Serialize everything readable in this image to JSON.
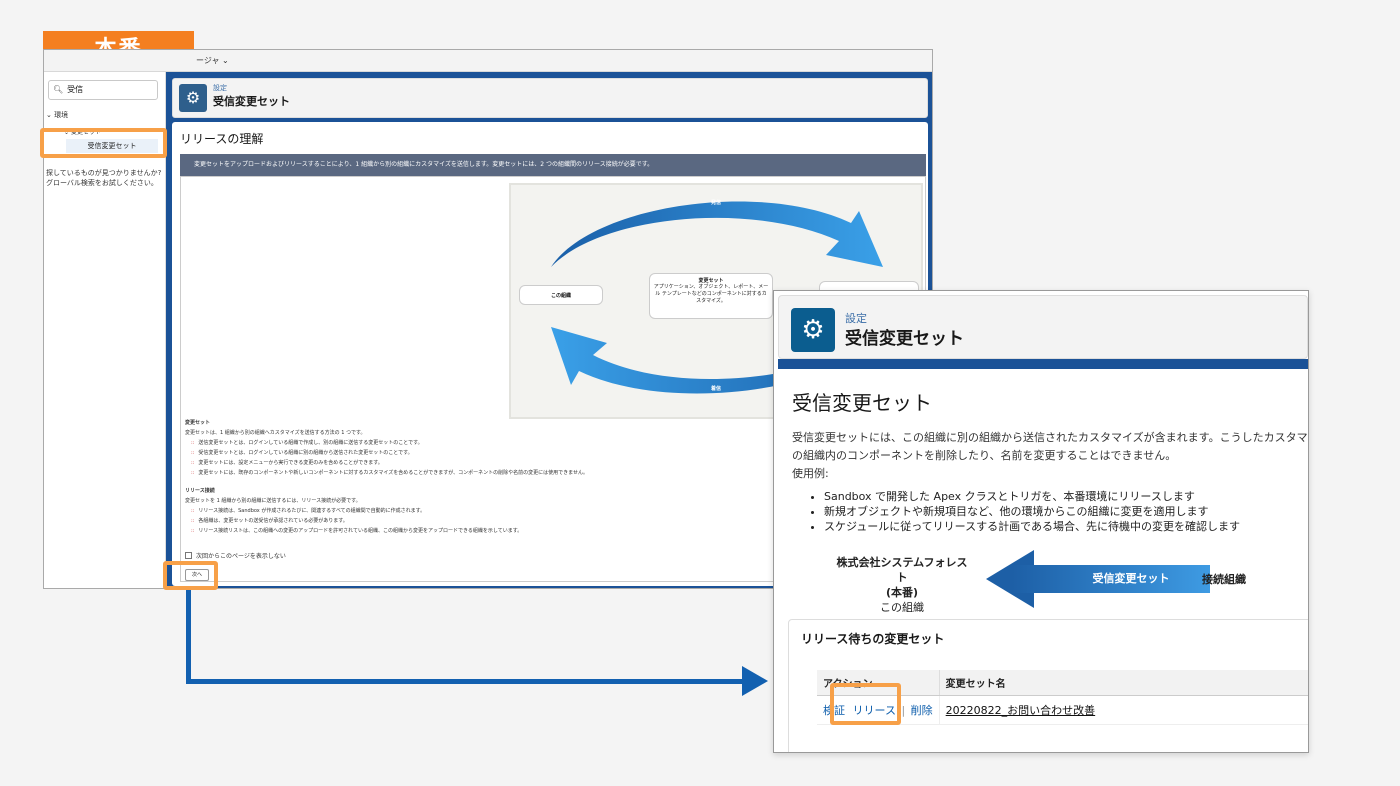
{
  "badge": "本番",
  "back_window": {
    "app_dropdown": "ージャ",
    "quick_find_value": "受信",
    "tree_root": "環境",
    "tree_child": "変更セット",
    "tree_selected": "受信変更セット",
    "no_hit_text": "探しているものが見つかりませんか? グローバル検索をお試しください。",
    "header_crumb": "設定",
    "header_title": "受信変更セット",
    "page_title": "リリースの理解",
    "band_text": "変更セットをアップロードおよびリリースすることにより、1 組織から別の組織にカスタマイズを送信します。変更セットには、2 つの組織間のリリース接続が必要です。",
    "diagram": {
      "top_label": "発信",
      "bottom_label": "着信",
      "left_box": "この組織",
      "center_title": "変更セット",
      "center_text": "アプリケーション、オブジェクト、レポート、メール テンプレートなどのコンポーネントに対するカスタマイズ。"
    },
    "section1_title": "変更セット",
    "section1_intro": "変更セットは、1 組織から別の組織へカスタマイズを送信する方法の 1 つです。",
    "section1_items": [
      "送信変更セットとは、ログインしている組織で作成し、別の組織に送信する変更セットのことです。",
      "受信変更セットとは、ログインしている組織に別の組織から送信された変更セットのことです。",
      "変更セットには、設定メニューから実行できる変更のみを含めることができます。",
      "変更セットには、既存のコンポーネントや新しいコンポーネントに対するカスタマイズを含めることができますが、コンポーネントの削除や名前の変更には使用できません。"
    ],
    "section2_title": "リリース接続",
    "section2_intro": "変更セットを 1 組織から別の組織に送信するには、リリース接続が必要です。",
    "section2_items": [
      "リリース接続は、Sandbox が作成されるたびに、関連するすべての組織間で自動的に作成されます。",
      "各組織は、変更セットの送受信が承認されている必要があります。",
      "リリース接続リストは、この組織への変更のアップロードを許可されている組織、この組織から変更をアップロードできる組織を示しています。"
    ],
    "checkbox_label": "次回からこのページを表示しない",
    "next_button": "次へ"
  },
  "front_window": {
    "crumb": "設定",
    "title": "受信変更セット",
    "heading": "受信変更セット",
    "desc_line1": "受信変更セットには、この組織に別の組織から送信されたカスタマイズが含まれます。こうしたカスタマイズには、コ",
    "desc_line2": "の組織内のコンポーネントを削除したり、名前を変更することはできません。",
    "use_cases_label": "使用例:",
    "use_cases": [
      "Sandbox で開発した Apex クラスとトリガを、本番環境にリリースします",
      "新規オブジェクトや新規項目など、他の環境からこの組織に変更を適用します",
      "スケジュールに従ってリリースする計画である場合、先に待機中の変更を確認します"
    ],
    "org_name_line1": "株式会社システムフォレスト",
    "org_name_line2": "(本番)",
    "org_name_line3": "この組織",
    "arrow_label": "受信変更セット",
    "connected_org": "接続組織",
    "pending_title": "リリース待ちの変更セット",
    "table": {
      "headers": [
        "アクション",
        "変更セット名"
      ],
      "row": {
        "action_validate": "検証",
        "action_release": "リリース",
        "sep": "|",
        "action_delete": "削除",
        "name": "20220822_お問い合わせ改善"
      }
    }
  },
  "colors": {
    "badge": "#f47f20",
    "highlight": "#f7a048",
    "connector": "#1260b0",
    "brand_blue": "#1b5297",
    "arrow_blue": "#1d8be0"
  }
}
